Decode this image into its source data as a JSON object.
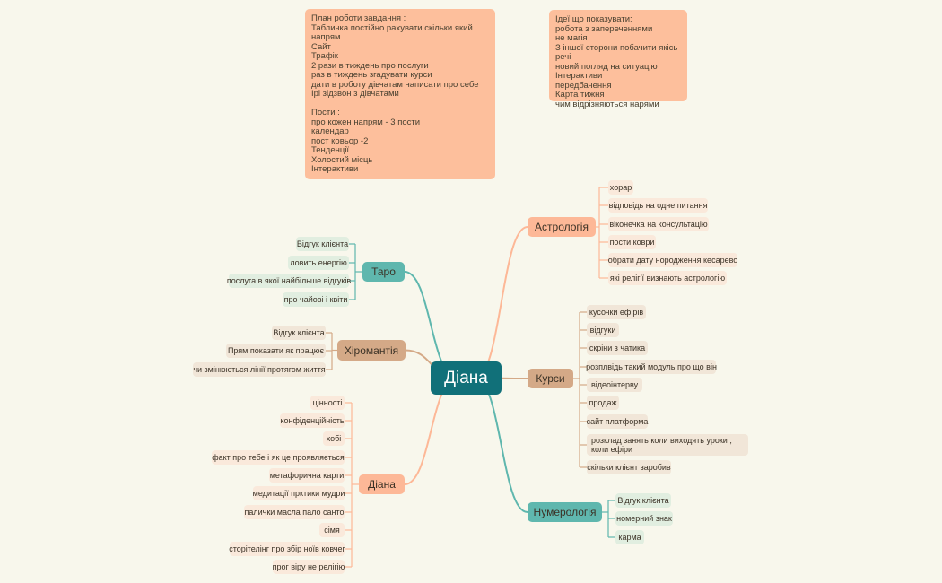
{
  "colors": {
    "background": "#f8f7ec",
    "center": "#117079",
    "teal": "#5fb7ae",
    "salmon": "#fdb897",
    "brown": "#d4a987",
    "note": "#fdbf9c"
  },
  "notes": {
    "plan": "План роботи завдання :\nТабличка постійно рахувати скільки який напрям\nСайт\nТрафік\n2 рази в тиждень про послуги\nраз в тиждень згадувати курси\nдати в роботу дівчатам написати про себе\nІрі зідзвон з дівчатами\n\nПости :\nпро кожен напрям - 3 пости\nкалендар\nпост ковьор -2\nТенденції\nХолостий місць\nІнтерактиви",
    "ideas": "Ідеї що показувати:\nробота з запереченнями\nне магія\nЗ іншої сторони побачити якісь речі\nновий погляд на ситуацію\nІнтерактиви\nпередбачення\nКарта тижня\nчим відрізняються нарями"
  },
  "center": "Діана",
  "branches": {
    "astrology": {
      "label": "Астрологія",
      "items": [
        "хорар",
        "відповідь на одне питання",
        "віконечка на консультацію",
        "пости коври",
        "обрати дату нородження кесарево",
        "які релігії визнають астрологію"
      ]
    },
    "courses": {
      "label": "Курси",
      "items": [
        "кусочки ефірів",
        "відгуки",
        "скріни з чатика",
        "розплвідь такий модуль про що він",
        "відеоінтерву",
        "продаж",
        "сайт платформа",
        "розклад  занять коли виходять уроки , коли ефіри",
        "скільки клієнт заробив"
      ]
    },
    "numerology": {
      "label": "Нумерологія",
      "items": [
        "Відгук клієнта",
        "номерний знак",
        "карма"
      ]
    },
    "taro": {
      "label": "Таро",
      "items": [
        "Відгук клієнта",
        "ловить енергію",
        "послуга в якої найбільше відгуків",
        "про чайові і квіти"
      ]
    },
    "palmistry": {
      "label": "Хіромантія",
      "items": [
        "Відгук клієнта",
        "Прям показати як працює",
        "чи змінюються лінії протягом життя"
      ]
    },
    "diana": {
      "label": "Діана",
      "items": [
        "цінності",
        "конфіденційність",
        "хобі",
        "факт про тебе і як це проявляється",
        "метафорична карти",
        "медитації прктики мудри",
        "палички масла пало санто",
        "сімя",
        "сторітелінг про збір ноїв ковчег",
        "прог віру не релігію"
      ]
    }
  }
}
